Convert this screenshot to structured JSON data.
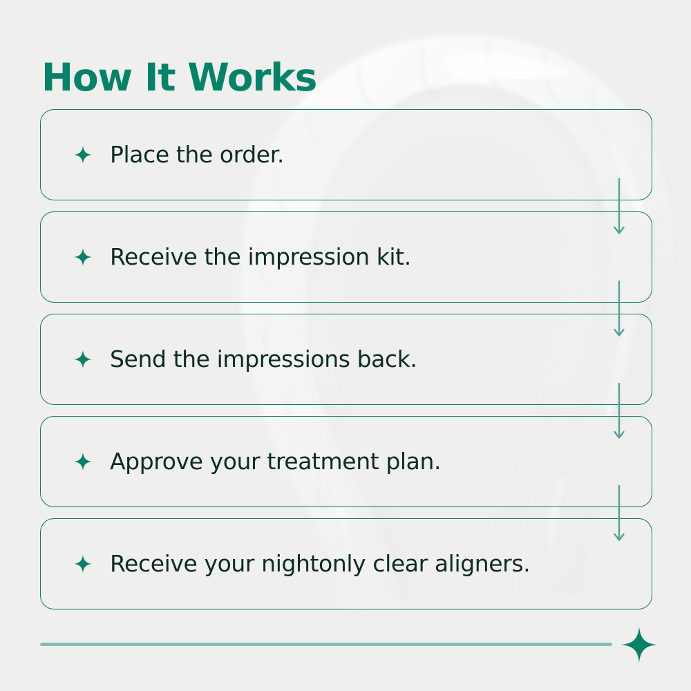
{
  "page": {
    "title": "How It Works",
    "background_color": "#efefed",
    "accent_color": "#0f7a63",
    "title_color": "#068268",
    "text_color": "#0d2b24",
    "arrow_color": "#55a098",
    "rule_color": "#84bdb5"
  },
  "hero_image": {
    "name": "clear-dental-aligner",
    "description": "translucent clear dental aligner arch"
  },
  "steps": [
    {
      "bullet_icon": "sparkle-icon",
      "label": "Place the order."
    },
    {
      "bullet_icon": "sparkle-icon",
      "label": "Receive the impression kit."
    },
    {
      "bullet_icon": "sparkle-icon",
      "label": "Send the impressions back."
    },
    {
      "bullet_icon": "sparkle-icon",
      "label": "Approve your treatment plan."
    },
    {
      "bullet_icon": "sparkle-icon",
      "label": "Receive your nightonly clear aligners."
    }
  ],
  "connectors": [
    {
      "icon": "arrow-down-icon"
    },
    {
      "icon": "arrow-down-icon"
    },
    {
      "icon": "arrow-down-icon"
    },
    {
      "icon": "arrow-down-icon"
    }
  ],
  "footer": {
    "divider": "horizontal-rule",
    "star_icon": "sparkle-icon"
  }
}
